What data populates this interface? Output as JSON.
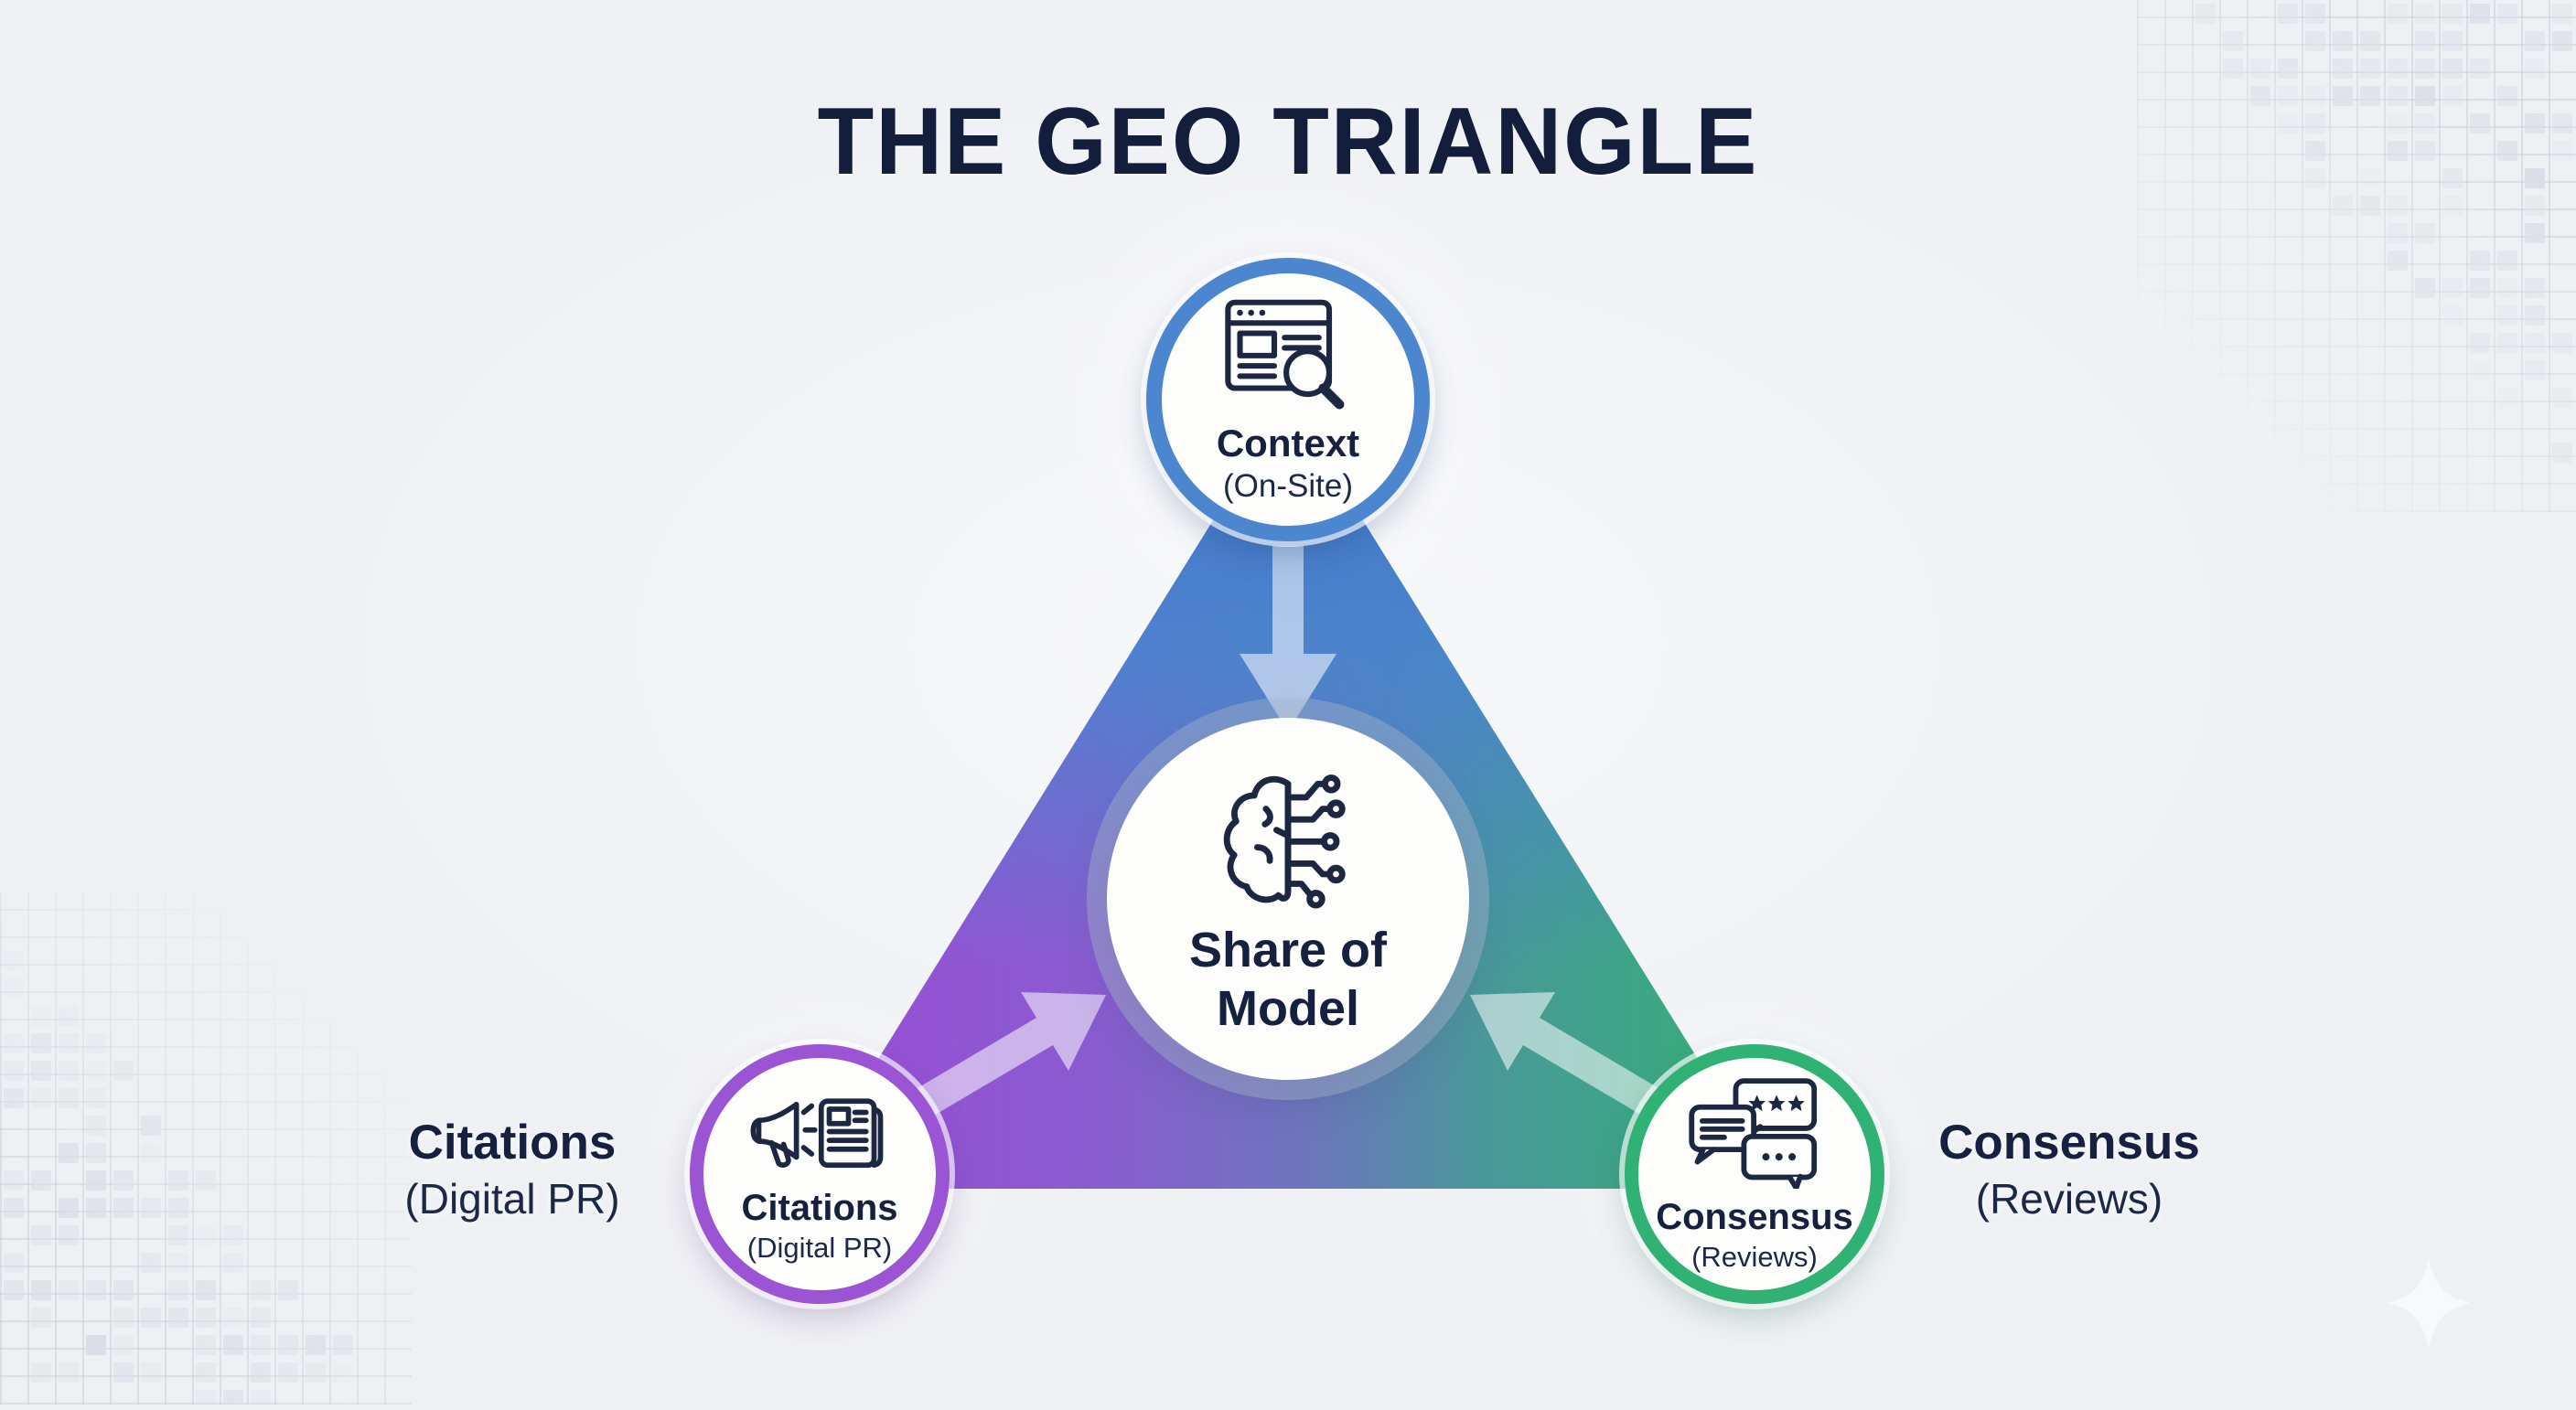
{
  "title": "THE GEO TRIANGLE",
  "nodes": {
    "context": {
      "label": "Context",
      "sublabel": "(On-Site)",
      "icon": "browser-search-icon",
      "ring_color": "#4b86cf"
    },
    "share_of_model": {
      "label": "Share of Model",
      "icon": "ai-brain-circuit-icon"
    },
    "citations": {
      "label": "Citations",
      "sublabel": "(Digital PR)",
      "icon": "megaphone-news-icon",
      "ring_color": "#9b54d3"
    },
    "consensus": {
      "label": "Consensus",
      "sublabel": "(Reviews)",
      "icon": "chat-reviews-icon",
      "ring_color": "#2fb273"
    }
  },
  "side_labels": {
    "left": {
      "label": "Citations",
      "sublabel": "(Digital PR)"
    },
    "right": {
      "label": "Consensus",
      "sublabel": "(Reviews)"
    }
  },
  "colors": {
    "background": "#eef0f4",
    "text_navy": "#15213f",
    "triangle_blue": "#4078c8",
    "triangle_blue_mid": "#4a84ce",
    "triangle_purple": "#9a4ed6",
    "triangle_purple_mid": "#8a5bd0",
    "triangle_blend": "#6d76bd",
    "triangle_teal": "#49989a",
    "triangle_green": "#33b173",
    "ring_blue": "#4b86cf",
    "ring_purple": "#9b54d3",
    "ring_green": "#2fb273",
    "arrow_white": "#ffffff"
  }
}
